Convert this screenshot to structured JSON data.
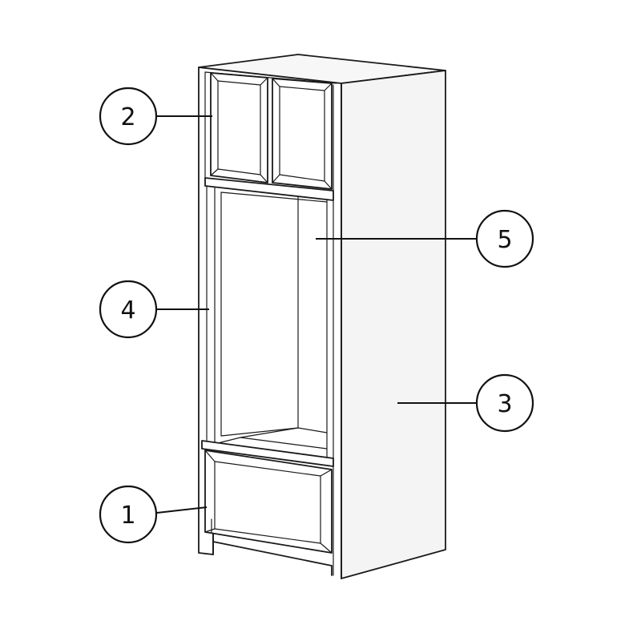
{
  "colors": {
    "line": "#1a1a1a",
    "side_panel": "#f4f4f4",
    "top_panel": "#f7f7f7",
    "background": "#ffffff"
  },
  "callouts": [
    {
      "id": "1",
      "text": "1"
    },
    {
      "id": "2",
      "text": "2"
    },
    {
      "id": "3",
      "text": "3"
    },
    {
      "id": "4",
      "text": "4"
    },
    {
      "id": "5",
      "text": "5"
    }
  ]
}
